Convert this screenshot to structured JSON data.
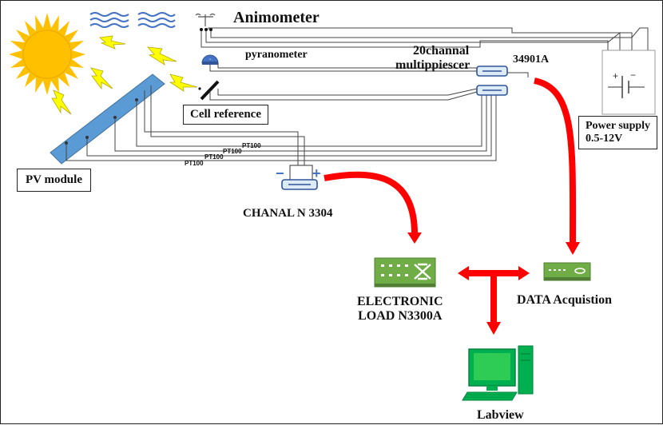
{
  "labels": {
    "animometer": "Animometer",
    "pyranometer": "pyranometer",
    "multiplexer_line1": "20channal",
    "multiplexer_line2": "multippiescer",
    "model_34901a": "34901A",
    "cell_reference": "Cell reference",
    "pv_module": "PV module",
    "power_supply_line1": "Power supply",
    "power_supply_line2": "0.5-12V",
    "channel": "CHANAL N 3304",
    "electronic_load_line1": "ELECTRONIC",
    "electronic_load_line2": "LOAD N3300A",
    "data_acquisition": "DATA Acquistion",
    "labview": "Labview",
    "pt100": [
      "PT100",
      "PT100",
      "PT100",
      "PT100"
    ]
  },
  "symbols": {
    "minus": "−",
    "plus": "+"
  },
  "colors": {
    "sun": "#FFC000",
    "panel": "#5B9BD5",
    "lightning": "#FFFF00",
    "wind": "#4472C4",
    "arrow": "#FF0000",
    "device_green": "#70AD47",
    "monitor_green": "#00B050"
  }
}
